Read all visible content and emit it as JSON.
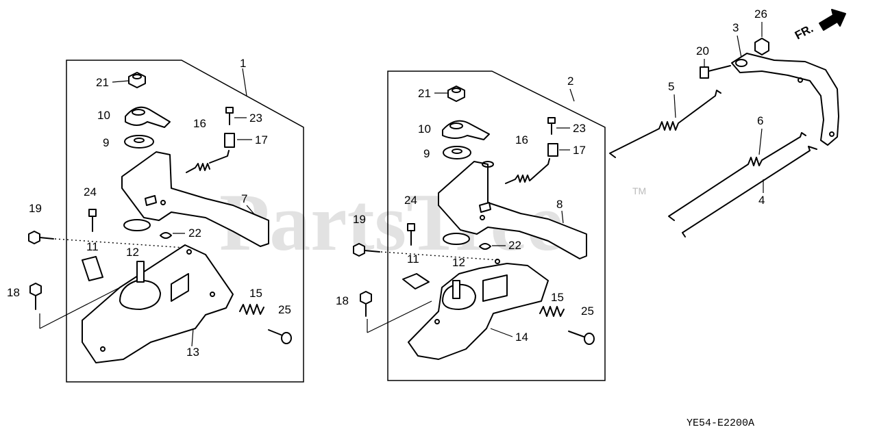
{
  "watermark": {
    "text": "PartsTree",
    "trademark": "TM"
  },
  "direction_label": "FR.",
  "diagram_code": "YE54-E2200A",
  "callouts": [
    "1",
    "2",
    "3",
    "4",
    "5",
    "6",
    "7",
    "8",
    "9",
    "10",
    "11",
    "12",
    "13",
    "14",
    "15",
    "16",
    "17",
    "18",
    "19",
    "20",
    "21",
    "22",
    "23",
    "24",
    "25",
    "26"
  ]
}
